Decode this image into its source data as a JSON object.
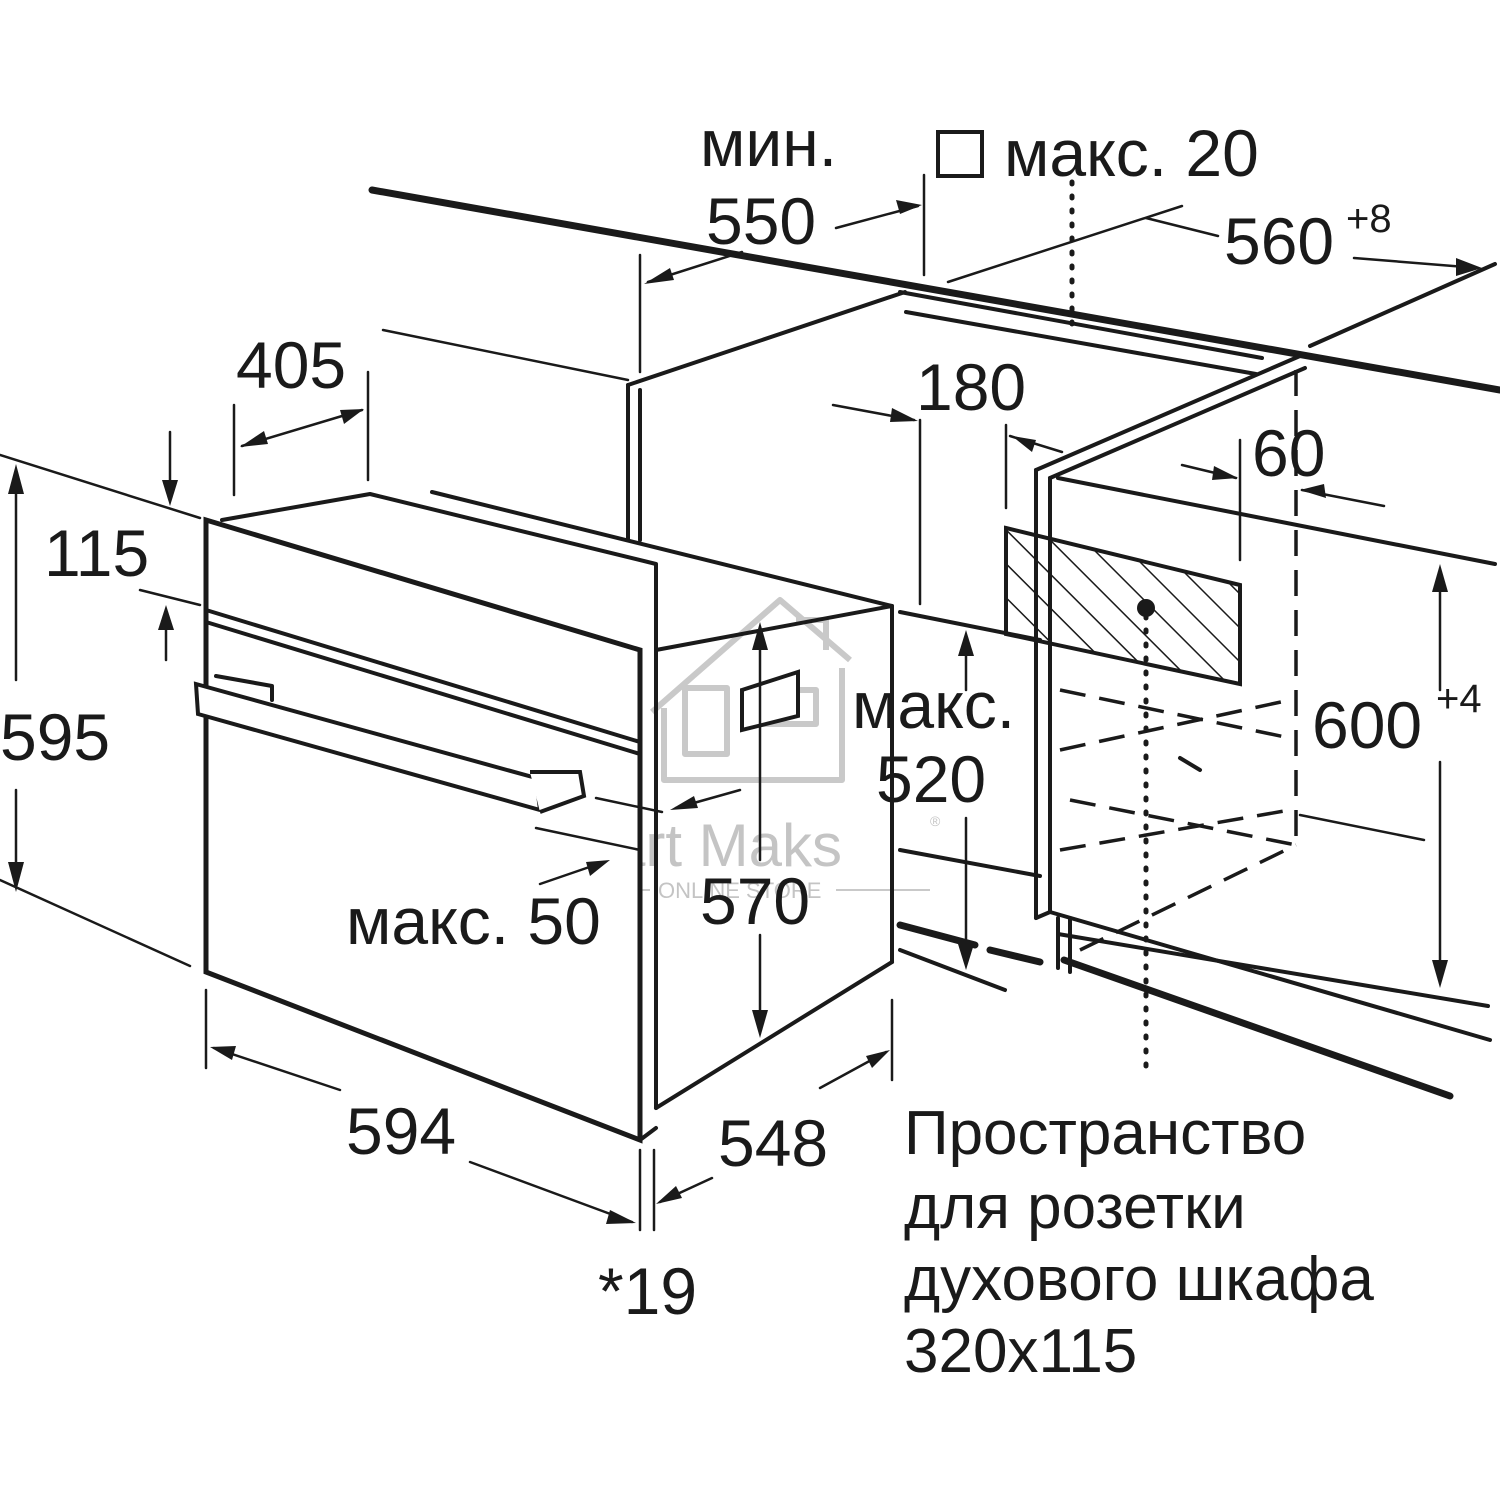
{
  "labels": {
    "min": "мин.",
    "d550": "550",
    "max20": "макс. 20",
    "d560": "560",
    "d560_tol": "+8",
    "d405": "405",
    "d180": "180",
    "d60": "60",
    "d115": "115",
    "d595": "595",
    "max_word": "макс.",
    "d520": "520",
    "d600": "600",
    "d600_tol": "+4",
    "d570": "570",
    "max50": "макс. 50",
    "d594": "594",
    "d548": "548",
    "d19": "*19"
  },
  "note": {
    "line1": "Пространство",
    "line2": "для розетки",
    "line3": "духового шкафа",
    "line4": "320x115"
  },
  "watermark": {
    "brand": "Mart Maks",
    "sub": "ONLINE STORE",
    "reg": "®"
  }
}
